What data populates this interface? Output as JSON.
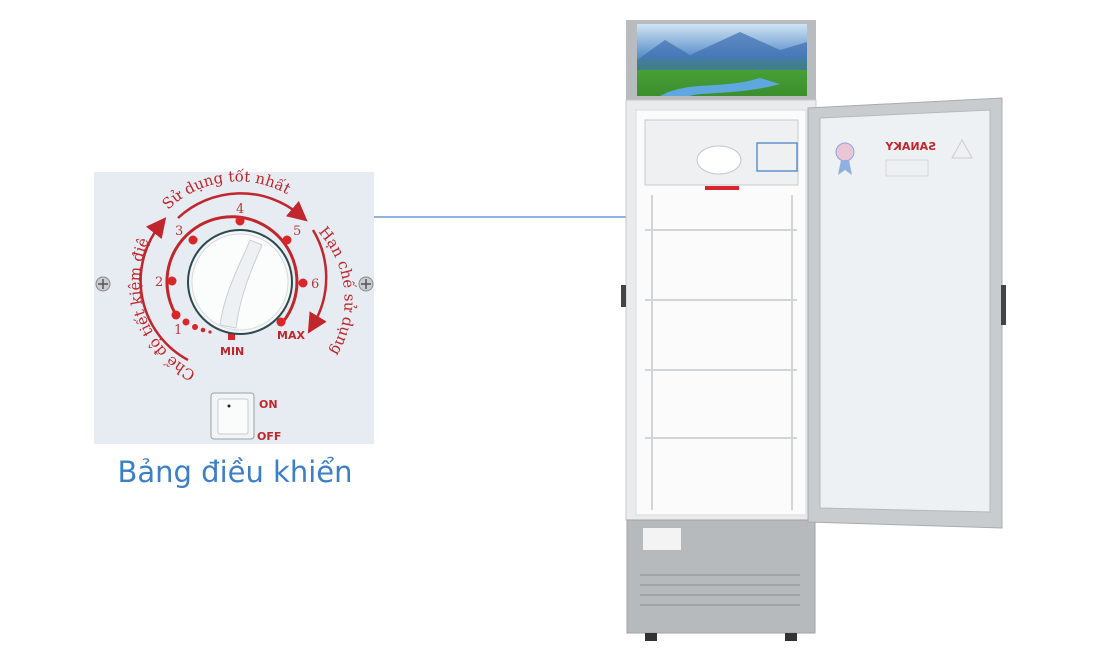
{
  "caption": "Bảng điều khiển",
  "control_panel": {
    "arc_top": "Sử dụng tốt nhất",
    "arc_left": "Chế độ tiết kiệm điện",
    "arc_right": "Hạn chế sử dụng",
    "dial_numbers": [
      "1",
      "2",
      "3",
      "4",
      "5",
      "6"
    ],
    "min_label": "MIN",
    "max_label": "MAX",
    "switch_on": "ON",
    "switch_off": "OFF"
  },
  "fridge": {
    "brand": "SANAKY"
  },
  "colors": {
    "accent_blue": "#3d7fc6",
    "dial_red": "#c0262b",
    "panel_bg": "#e6ecf1",
    "fridge_gray": "#b9bcbf"
  }
}
